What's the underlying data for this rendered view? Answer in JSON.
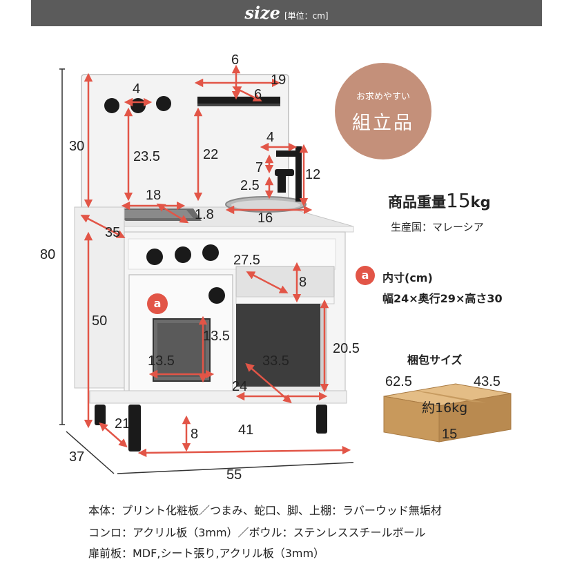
{
  "header": {
    "title": "size",
    "unit": "[単位：cm]"
  },
  "badge": {
    "top": "お求めやすい",
    "main": "組立品"
  },
  "weight": {
    "label": "商品重量",
    "value": "15",
    "unit": "kg"
  },
  "origin": "生産国：マレーシア",
  "inner": {
    "marker": "a",
    "title": "内寸(cm)",
    "size": "幅24×奥行29×高さ30"
  },
  "package": {
    "title": "梱包サイズ",
    "width": "62.5",
    "depth": "43.5",
    "height": "15",
    "weight": "約16kg"
  },
  "dims": {
    "overall_height": "80",
    "overall_width": "55",
    "overall_depth": "37",
    "backboard_h": "30",
    "knob_gap": "4",
    "knob_drop": "23.5",
    "shelf_drop": "22",
    "shelf_width": "19",
    "shelf_top": "6",
    "shelf_depth": "6",
    "tap_reach": "4",
    "tap_h": "7",
    "tap_base": "2.5",
    "tap_height": "12",
    "stove_w": "18",
    "stove_d": "1.8",
    "sink_d": "16",
    "counter_d": "35",
    "shelf_inner_w": "27.5",
    "shelf_inner_h": "8",
    "cabinet_h": "50",
    "door_win_h": "13.5",
    "door_win_w": "13.5",
    "cab_depth": "33.5",
    "cab_inner_h": "20.5",
    "cab_inner_w": "24",
    "leg_inset": "21",
    "leg_h": "8",
    "leg_span": "41"
  },
  "materials": [
    "本体：プリント化粧板／つまみ、蛇口、脚、上棚：ラバーウッド無垢材",
    "コンロ：アクリル板（3mm）／ボウル：ステンレススチールボール",
    "扉前板：MDF,シート張り,アクリル板（3mm）"
  ],
  "colors": {
    "header_bg": "#5b5b5b",
    "badge": "#c4907a",
    "accent_red": "#e25547",
    "box": "#d1a56c"
  }
}
